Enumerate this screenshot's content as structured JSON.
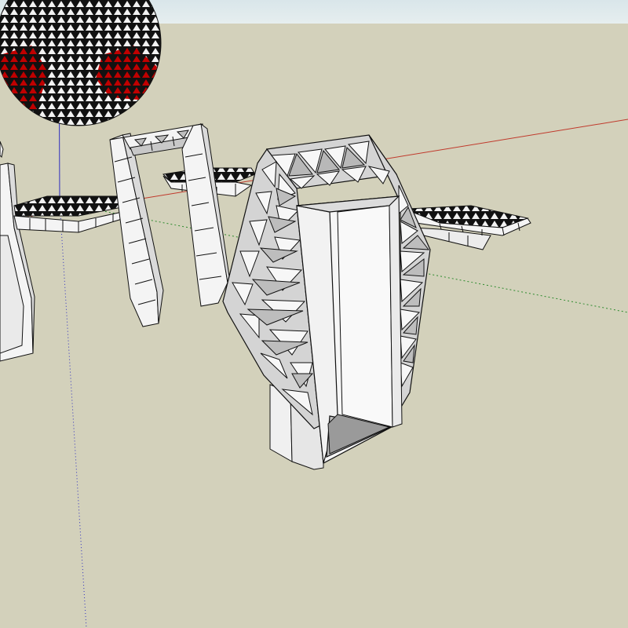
{
  "app": "sketchup-3d-viewport",
  "colors": {
    "ground": "#d3d1bb",
    "sky": "#e2ecee",
    "axis_red": "#c0392b",
    "axis_green": "#2e8b2e",
    "axis_blue": "#2d2dbf",
    "model_face": "#f4f4f4",
    "model_edge": "#111111",
    "sphere_red": "#c00000"
  },
  "scene": {
    "objects": [
      "geodesic-sphere",
      "left-panel-structure",
      "left-hexagonal-platform",
      "tall-frame-arch",
      "rear-hexagonal-platform",
      "main-triangulated-arch",
      "right-hexagonal-platform"
    ]
  }
}
